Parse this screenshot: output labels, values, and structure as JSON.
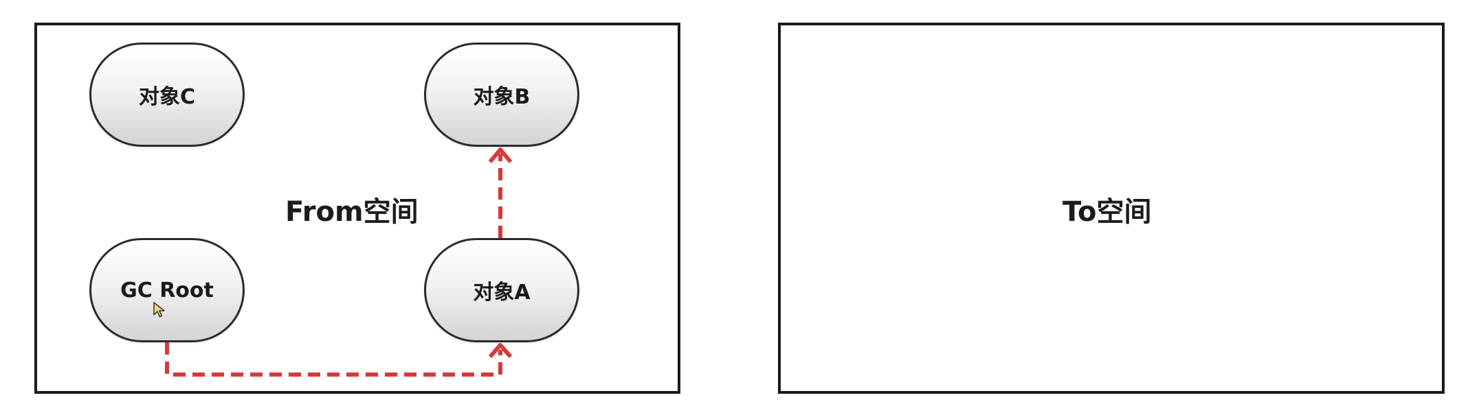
{
  "from_space": {
    "label": "From空间",
    "nodes": {
      "object_c": "对象C",
      "object_b": "对象B",
      "gc_root": "GC Root",
      "object_a": "对象A"
    }
  },
  "to_space": {
    "label": "To空间"
  },
  "arrow_color": "#d63a3a",
  "references": [
    {
      "from": "GC Root",
      "to": "对象A",
      "style": "dashed"
    },
    {
      "from": "对象A",
      "to": "对象B",
      "style": "dashed"
    }
  ],
  "cursor_icon": "mouse-pointer-icon"
}
